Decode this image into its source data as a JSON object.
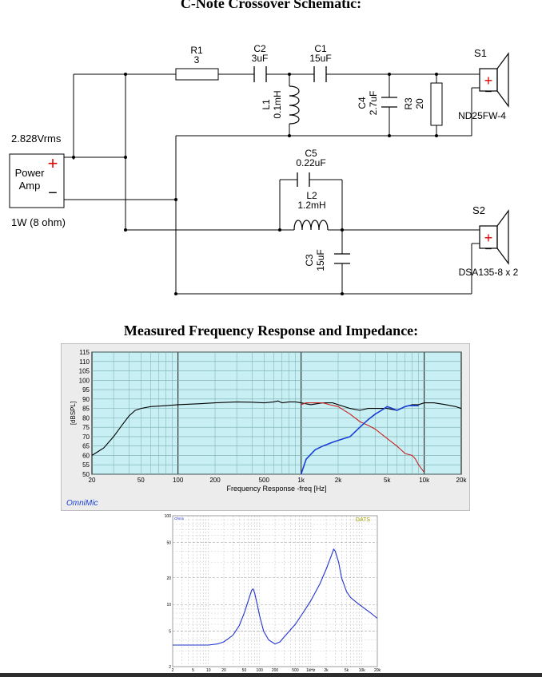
{
  "schematic": {
    "title": "C-Note Crossover Schematic:",
    "source": {
      "voltage": "2.828Vrms",
      "name": "Power Amp",
      "plus": "+",
      "minus": "−",
      "power": "1W (8 ohm)"
    },
    "r1": {
      "ref": "R1",
      "value": "3"
    },
    "c2": {
      "ref": "C2",
      "value": "3uF"
    },
    "c1": {
      "ref": "C1",
      "value": "15uF"
    },
    "l1": {
      "ref": "L1",
      "value": "0.1mH"
    },
    "c4": {
      "ref": "C4",
      "value": "2.7uF"
    },
    "r3": {
      "ref": "R3",
      "value": "20"
    },
    "s1": {
      "ref": "S1",
      "model": "ND25FW-4",
      "plus": "+",
      "minus": "−"
    },
    "c5": {
      "ref": "C5",
      "value": "0.22uF"
    },
    "l2": {
      "ref": "L2",
      "value": "1.2mH"
    },
    "c3": {
      "ref": "C3",
      "value": "15uF"
    },
    "s2": {
      "ref": "S2",
      "model": "DSA135-8 x 2",
      "plus": "+",
      "minus": "−"
    }
  },
  "measurements": {
    "title": "Measured Frequency Response and Impedance:"
  },
  "chart_data": [
    {
      "type": "line",
      "ylabel": "[dBSPL]",
      "xlabel": "Frequency Response -freq [Hz]",
      "xscale": "log",
      "xlim": [
        20,
        20000
      ],
      "ylim": [
        50,
        115
      ],
      "xticks": [
        20,
        50,
        100,
        200,
        500,
        1000,
        2000,
        5000,
        10000,
        20000
      ],
      "xtick_labels": [
        "20",
        "50",
        "100",
        "200",
        "500",
        "1k",
        "2k",
        "5k",
        "10k",
        "20k"
      ],
      "yticks": [
        50,
        55,
        60,
        65,
        70,
        75,
        80,
        85,
        90,
        95,
        100,
        105,
        110,
        115
      ],
      "grid": true,
      "branding": "OmniMic",
      "series": [
        {
          "color": "#000000",
          "points": [
            [
              20,
              60
            ],
            [
              25,
              64
            ],
            [
              30,
              70
            ],
            [
              35,
              76
            ],
            [
              40,
              81
            ],
            [
              45,
              84
            ],
            [
              50,
              85
            ],
            [
              60,
              86
            ],
            [
              80,
              86.5
            ],
            [
              100,
              87
            ],
            [
              150,
              87.5
            ],
            [
              200,
              88
            ],
            [
              300,
              88.5
            ],
            [
              400,
              88.3
            ],
            [
              500,
              88
            ],
            [
              600,
              88.5
            ],
            [
              650,
              89
            ],
            [
              700,
              88
            ],
            [
              800,
              88.5
            ],
            [
              900,
              88.5
            ],
            [
              1000,
              88
            ],
            [
              1200,
              87
            ],
            [
              1500,
              88
            ],
            [
              1800,
              88
            ],
            [
              2000,
              87
            ],
            [
              2500,
              85
            ],
            [
              3000,
              84
            ],
            [
              3500,
              85
            ],
            [
              4000,
              85
            ],
            [
              5000,
              85
            ],
            [
              6000,
              84
            ],
            [
              7000,
              86
            ],
            [
              8000,
              87
            ],
            [
              9000,
              87
            ],
            [
              10000,
              88
            ],
            [
              12000,
              88
            ],
            [
              15000,
              87
            ],
            [
              18000,
              86
            ],
            [
              20000,
              85
            ]
          ]
        },
        {
          "color": "#cc2222",
          "points": [
            [
              1000,
              87
            ],
            [
              1100,
              88
            ],
            [
              1300,
              88
            ],
            [
              1500,
              88
            ],
            [
              1700,
              87
            ],
            [
              2000,
              86
            ],
            [
              2500,
              82
            ],
            [
              3000,
              78
            ],
            [
              3500,
              76
            ],
            [
              4000,
              74
            ],
            [
              5000,
              69
            ],
            [
              6000,
              65
            ],
            [
              7000,
              61
            ],
            [
              8000,
              60
            ],
            [
              8500,
              58
            ],
            [
              9000,
              55
            ],
            [
              10000,
              51
            ]
          ]
        },
        {
          "color": "#1a3fd6",
          "points": [
            [
              1000,
              50
            ],
            [
              1100,
              58
            ],
            [
              1300,
              63
            ],
            [
              1500,
              65
            ],
            [
              1800,
              67
            ],
            [
              2000,
              68
            ],
            [
              2500,
              70
            ],
            [
              3000,
              75
            ],
            [
              3500,
              79
            ],
            [
              4000,
              82
            ],
            [
              4500,
              84
            ],
            [
              5000,
              86
            ],
            [
              5500,
              85
            ],
            [
              6000,
              84
            ],
            [
              6500,
              85
            ],
            [
              7000,
              86
            ],
            [
              7500,
              86.5
            ],
            [
              8000,
              86.5
            ],
            [
              9000,
              86.5
            ]
          ]
        }
      ]
    },
    {
      "type": "line",
      "xscale": "log",
      "yscale": "log",
      "xlim": [
        2,
        20000
      ],
      "ylim": [
        2,
        100
      ],
      "ylabel": "Ohms",
      "yticks": [
        2,
        5,
        10,
        20,
        50,
        100
      ],
      "ytick_labels": [
        "2",
        "5",
        "10",
        "20",
        "50",
        "100"
      ],
      "xticks": [
        2,
        5,
        10,
        20,
        50,
        100,
        200,
        500,
        1000,
        2000,
        5000,
        10000,
        20000
      ],
      "xtick_labels": [
        "2",
        "5",
        "10",
        "20",
        "50",
        "100",
        "200",
        "500",
        "1kHz",
        "2k",
        "5k",
        "10k",
        "20k"
      ],
      "grid": true,
      "branding": "DATS",
      "series": [
        {
          "color": "#2233cc",
          "points": [
            [
              2,
              3.5
            ],
            [
              5,
              3.5
            ],
            [
              10,
              3.5
            ],
            [
              15,
              3.6
            ],
            [
              20,
              3.8
            ],
            [
              30,
              4.5
            ],
            [
              40,
              5.8
            ],
            [
              50,
              8
            ],
            [
              60,
              11
            ],
            [
              70,
              14.5
            ],
            [
              75,
              15
            ],
            [
              80,
              13.5
            ],
            [
              90,
              10
            ],
            [
              100,
              7.5
            ],
            [
              120,
              5
            ],
            [
              150,
              4
            ],
            [
              200,
              3.6
            ],
            [
              250,
              3.8
            ],
            [
              300,
              4.3
            ],
            [
              500,
              6
            ],
            [
              700,
              8
            ],
            [
              1000,
              11
            ],
            [
              1500,
              17
            ],
            [
              2000,
              25
            ],
            [
              2500,
              35
            ],
            [
              2800,
              42
            ],
            [
              3000,
              40
            ],
            [
              3500,
              30
            ],
            [
              4000,
              20
            ],
            [
              5000,
              14
            ],
            [
              6000,
              12
            ],
            [
              8000,
              10.5
            ],
            [
              10000,
              9.5
            ],
            [
              15000,
              8
            ],
            [
              20000,
              7
            ]
          ]
        }
      ]
    }
  ]
}
